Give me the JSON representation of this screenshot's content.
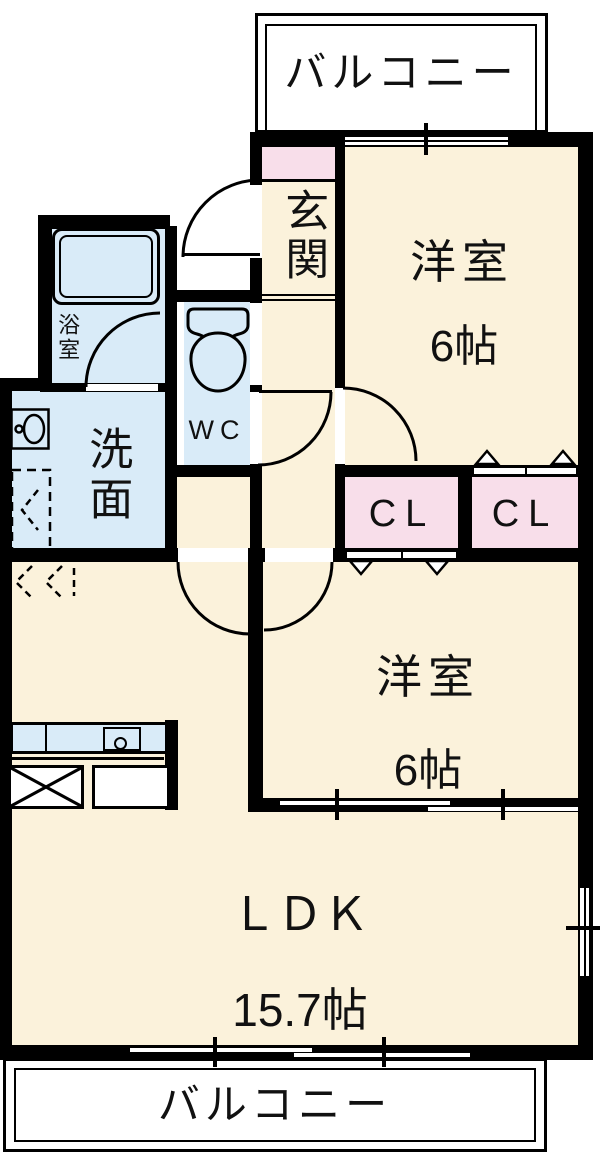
{
  "plan": {
    "balcony_top_label": "バルコニー",
    "balcony_bottom_label": "バルコニー",
    "entrance_label": "玄関",
    "bathroom_label": "浴室",
    "toilet_label": "WC",
    "washroom_label": "洗面",
    "closet_left_label": "CL",
    "closet_right_label": "CL",
    "western_room_top": {
      "name": "洋室",
      "size": "6帖"
    },
    "western_room_mid": {
      "name": "洋室",
      "size": "6帖"
    },
    "ldk": {
      "name": "ＬＤＫ",
      "size": "15.7帖"
    },
    "icons": {
      "bathtub": "bathtub-icon",
      "toilet": "toilet-icon",
      "washbasin": "washbasin-icon",
      "washing_machine": "washing-machine-space-icon",
      "refrigerator": "refrigerator-space-icon",
      "kitchen_sink": "kitchen-sink-icon"
    },
    "colors": {
      "room_cream": "#FBF2DB",
      "water_blue": "#D9EBF8",
      "closet_pink": "#F8DEEA",
      "wall_black": "#000000",
      "background": "#FFFFFF"
    }
  }
}
